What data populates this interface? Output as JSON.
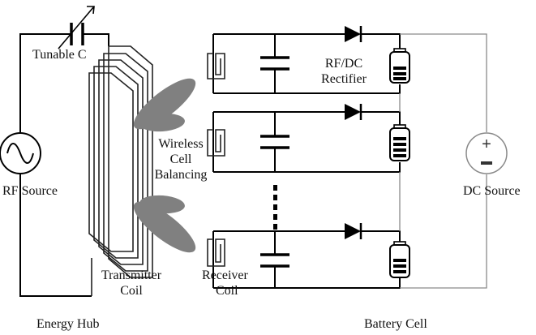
{
  "labels": {
    "tunable_c": "Tunable C",
    "rf_source": "RF Source",
    "wireless_cell_balancing": [
      "Wireless",
      "Cell",
      "Balancing"
    ],
    "transmitter_coil": [
      "Transmitter",
      "Coil"
    ],
    "rf_dc_rectifier": [
      "RF/DC",
      "Rectifier"
    ],
    "receiver_coil": [
      "Receiver",
      "Coil"
    ],
    "dc_source": "DC Source",
    "energy_hub": "Energy Hub",
    "battery_cell": "Battery Cell"
  },
  "dc_source_symbols": {
    "plus": "+",
    "minus": "−"
  },
  "receiver_stages": 3,
  "colors": {
    "wire": "#000000",
    "bus": "#8a8a8a",
    "field_lobe": "#808080"
  }
}
